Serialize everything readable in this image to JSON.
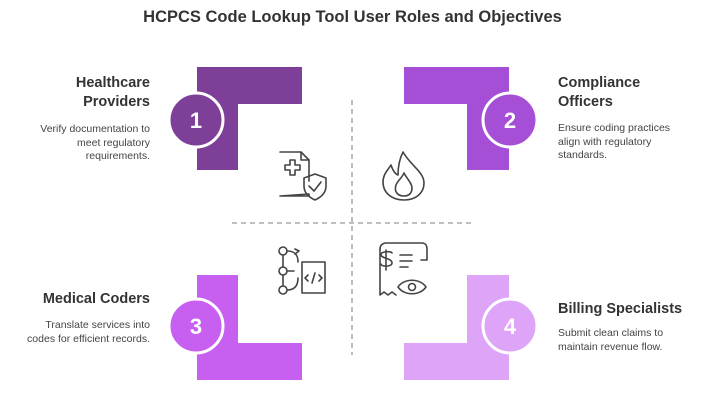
{
  "title": "HCPCS Code Lookup Tool User Roles and Objectives",
  "quadrants": [
    {
      "number": "1",
      "title": "Healthcare Providers",
      "description": "Verify documentation to meet regulatory requirements.",
      "icon": "medical-document-shield-icon",
      "color": "#7e3f98"
    },
    {
      "number": "2",
      "title": "Compliance Officers",
      "description": "Ensure coding practices align with regulatory standards.",
      "icon": "flame-icon",
      "color": "#a54ed6"
    },
    {
      "number": "3",
      "title": "Medical Coders",
      "description": "Translate services into codes for efficient records.",
      "icon": "code-flow-icon",
      "color": "#c75ff0"
    },
    {
      "number": "4",
      "title": "Billing Specialists",
      "description": "Submit clean claims to maintain revenue flow.",
      "icon": "receipt-eye-icon",
      "color": "#dea4f8"
    }
  ]
}
